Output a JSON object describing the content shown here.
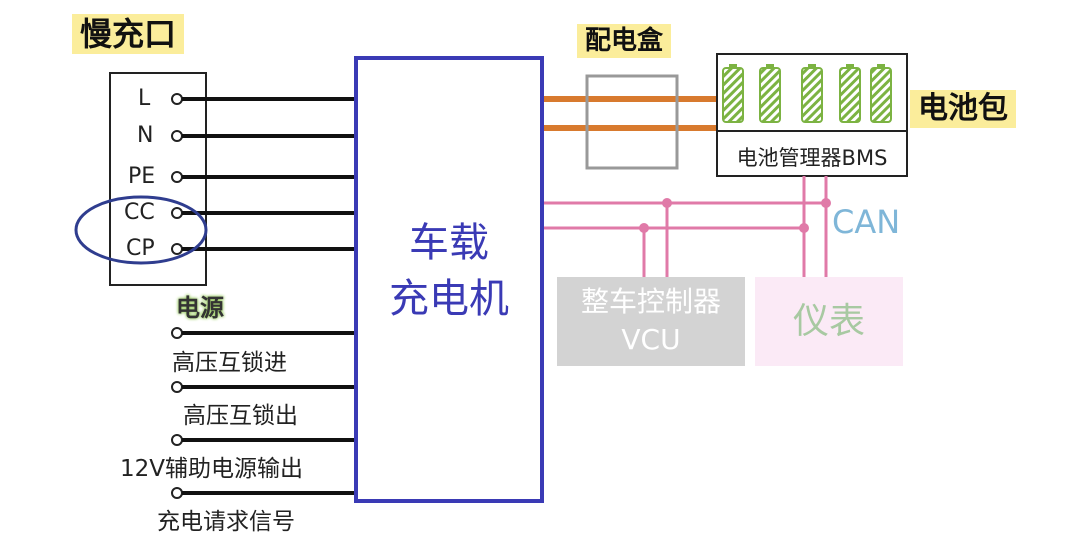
{
  "labels": {
    "slow_port": "慢充口",
    "dist_box": "配电盒",
    "battery_pack": "电池包",
    "bms": "电池管理器BMS",
    "can": "CAN",
    "obc_line1": "车载",
    "obc_line2": "充电机",
    "vcu_line1": "整车控制器",
    "vcu_line2": "VCU",
    "meter": "仪表",
    "power": "电源"
  },
  "port_pins": [
    "L",
    "N",
    "PE",
    "CC",
    "CP"
  ],
  "signals": [
    "高压互锁进",
    "高压互锁出",
    "12V辅助电源输出",
    "充电请求信号"
  ],
  "colors": {
    "obc_border": "#3a3ab5",
    "power_line": "#d87a2e",
    "can_line": "#e07aa8",
    "battery_green": "#7cb342",
    "highlight": "#fbed9b",
    "cc_cp_ellipse": "#2f3d8f"
  }
}
